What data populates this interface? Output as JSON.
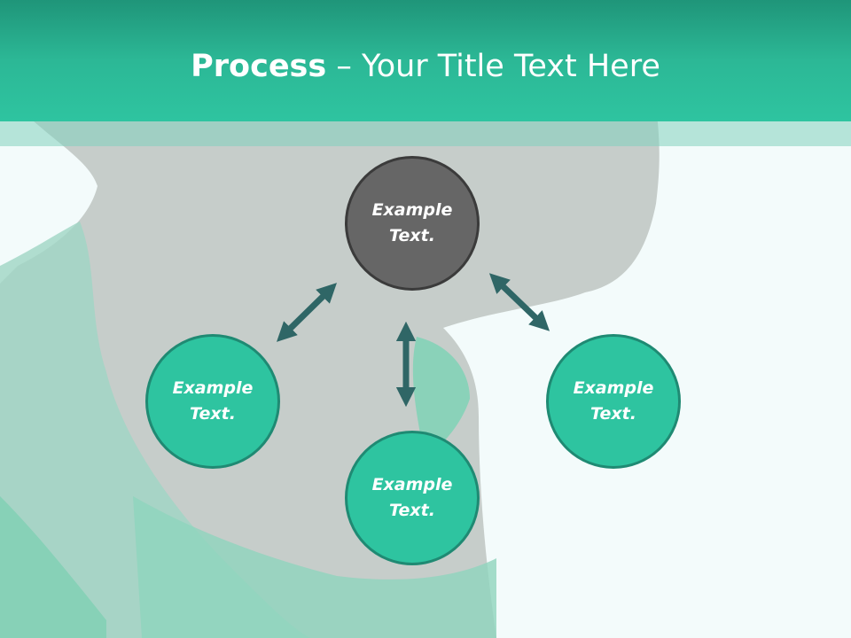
{
  "slide": {
    "title_bold": "Process",
    "title_rest": " – Your Title Text Here"
  },
  "nodes": {
    "center": {
      "text": "Example Text."
    },
    "left": {
      "text": "Example Text."
    },
    "bottom": {
      "text": "Example Text."
    },
    "right": {
      "text": "Example Text."
    }
  },
  "colors": {
    "header": "#2ec4a0",
    "node_fill": "#2ec4a0",
    "center_fill": "#666666",
    "arrow": "#2f6666"
  },
  "icons": [
    "double-arrow-icon"
  ]
}
